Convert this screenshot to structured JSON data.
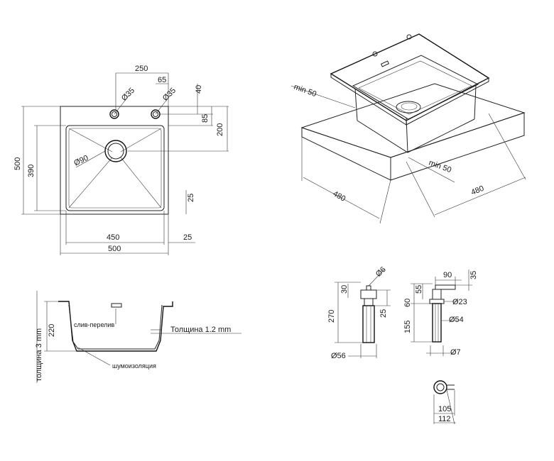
{
  "top_view": {
    "w_250": "250",
    "w_65": "65",
    "d_35a": "Ø35",
    "d_35b": "Ø35",
    "h_40": "40",
    "h_85": "85",
    "h_200": "200",
    "h_500": "500",
    "h_390": "390",
    "d_90": "Ø90",
    "r_25": "25",
    "w_450": "450",
    "w_25": "25",
    "w_500": "500"
  },
  "iso_view": {
    "min50_a": "min 50",
    "min50_b": "min 50",
    "l_480a": "480",
    "l_480b": "480"
  },
  "section_view": {
    "thickness_3": "толщина 3 mm",
    "h_220": "220",
    "overflow_label": "слив-перелив",
    "thickness_12": "Толщина 1.2 mm",
    "insulation_label": "шумоизоляция"
  },
  "dispenser_a": {
    "d_6": "Ø6",
    "h_30": "30",
    "h_270": "270",
    "h_25": "25",
    "d_56": "Ø56"
  },
  "dispenser_b": {
    "w_90": "90",
    "h_35": "35",
    "h_55": "55",
    "h_60": "60",
    "d_23": "Ø23",
    "h_155": "155",
    "d_54": "Ø54",
    "d_7": "Ø7"
  },
  "dispenser_top": {
    "w_105": "105",
    "w_112": "112"
  }
}
